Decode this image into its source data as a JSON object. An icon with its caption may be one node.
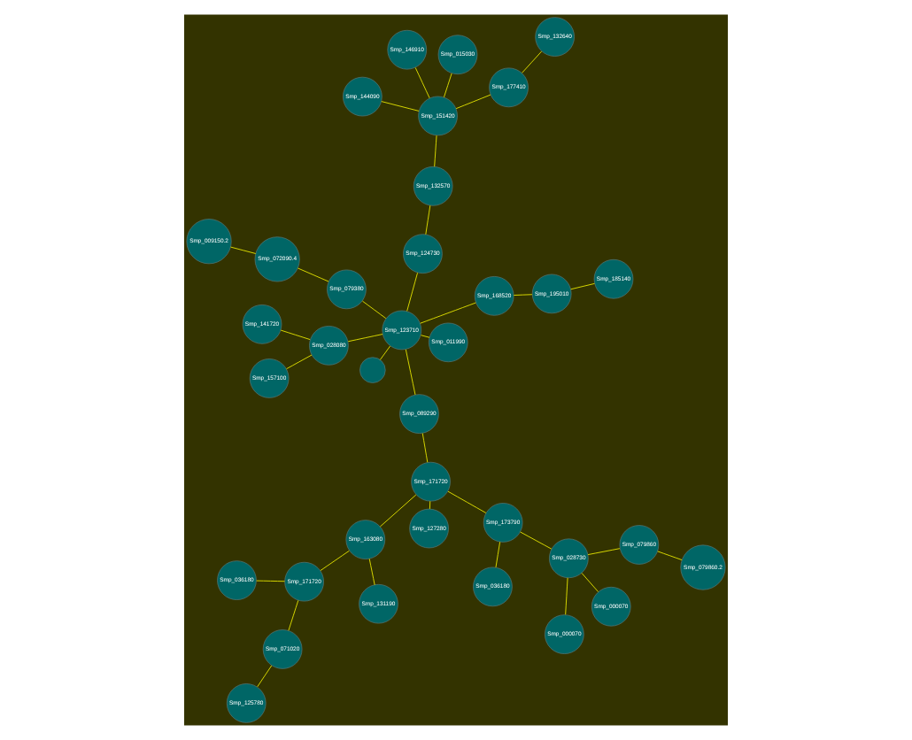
{
  "diagram": {
    "nodes": [
      {
        "text": [
          "Smp_036180"
        ]
      },
      {
        "text": [
          "Smp_125780"
        ]
      },
      {
        "text": [
          "Smp_071020"
        ]
      },
      {
        "text": [
          "Smp_171720"
        ]
      },
      {
        "text": [
          "Smp_131190"
        ]
      },
      {
        "text": [
          "Smp_036180"
        ]
      },
      {
        "text": [
          "Smp_163080"
        ]
      },
      {
        "text": [
          "Smp_173790"
        ]
      },
      {
        "text": [
          "Smp_171720"
        ]
      },
      {
        "text": [
          "Smp_127280"
        ]
      },
      {
        "text": [
          "Smp_000070"
        ]
      },
      {
        "text": [
          "Smp_000070"
        ]
      },
      {
        "text": [
          "Smp_028730"
        ]
      },
      {
        "text": [
          "Smp_079860"
        ]
      },
      {
        "text": [
          "Smp_079860.2"
        ]
      },
      {
        "text": [
          "Smp_141720"
        ]
      },
      {
        "text": [
          "Smp_157100"
        ]
      },
      {
        "text": [
          "Smp_028080"
        ]
      },
      {
        "text": [
          "Smp_089290"
        ]
      },
      {
        "text": [],
        "shape": "circle"
      },
      {
        "text": [
          "Smp_123710"
        ]
      },
      {
        "text": [
          "Smp_124730"
        ]
      },
      {
        "text": [
          "Smp_132570"
        ]
      },
      {
        "text": [
          "Smp_015030"
        ]
      },
      {
        "text": [
          "Smp_146910"
        ]
      },
      {
        "text": [
          "Smp_151420"
        ]
      },
      {
        "text": [
          "Smp_177410"
        ]
      },
      {
        "text": [
          "Smp_144090"
        ]
      },
      {
        "text": [
          "Smp_132640"
        ]
      },
      {
        "text": [
          "Smp_011990"
        ]
      },
      {
        "text": [
          "Smp_079380"
        ]
      },
      {
        "text": [
          "Smp_168520"
        ]
      },
      {
        "text": [
          "Smp_072090.4"
        ]
      },
      {
        "text": [
          "Smp_009150.2"
        ]
      },
      {
        "text": [
          "Smp_195010"
        ]
      },
      {
        "text": [
          "Smp_185140"
        ]
      }
    ],
    "edges": [
      {
        "from": 0,
        "to": 3,
        "arrow": "none"
      },
      {
        "from": 1,
        "to": 2,
        "arrow": "none"
      },
      {
        "from": 2,
        "to": 3,
        "arrow": "none"
      },
      {
        "from": 3,
        "to": 6,
        "arrow": "none"
      },
      {
        "from": 4,
        "to": 6,
        "arrow": "none"
      },
      {
        "from": 5,
        "to": 7,
        "arrow": "none"
      },
      {
        "from": 7,
        "to": 8,
        "arrow": "none"
      },
      {
        "from": 6,
        "to": 8,
        "arrow": "none"
      },
      {
        "from": 8,
        "to": 9,
        "arrow": "none"
      },
      {
        "from": 7,
        "to": 12,
        "arrow": "none"
      },
      {
        "from": 12,
        "to": 10,
        "arrow": "none"
      },
      {
        "from": 12,
        "to": 11,
        "arrow": "none"
      },
      {
        "from": 12,
        "to": 13,
        "arrow": "none"
      },
      {
        "from": 13,
        "to": 14,
        "arrow": "none"
      },
      {
        "from": 8,
        "to": 18,
        "arrow": "none"
      },
      {
        "from": 18,
        "to": 20,
        "arrow": "none"
      },
      {
        "from": 15,
        "to": 17,
        "arrow": "none"
      },
      {
        "from": 16,
        "to": 17,
        "arrow": "none"
      },
      {
        "from": 17,
        "to": 20,
        "arrow": "none"
      },
      {
        "from": 19,
        "to": 20,
        "arrow": "none"
      },
      {
        "from": 20,
        "to": 21,
        "arrow": "none"
      },
      {
        "from": 21,
        "to": 22,
        "arrow": "none"
      },
      {
        "from": 22,
        "to": 25,
        "arrow": "none"
      },
      {
        "from": 25,
        "to": 23,
        "arrow": "none"
      },
      {
        "from": 25,
        "to": 24,
        "arrow": "none"
      },
      {
        "from": 25,
        "to": 26,
        "arrow": "none"
      },
      {
        "from": 25,
        "to": 27,
        "arrow": "none"
      },
      {
        "from": 26,
        "to": 28,
        "arrow": "none"
      },
      {
        "from": 20,
        "to": 29,
        "arrow": "none"
      },
      {
        "from": 20,
        "to": 30,
        "arrow": "none"
      },
      {
        "from": 30,
        "to": 32,
        "arrow": "none"
      },
      {
        "from": 32,
        "to": 33,
        "arrow": "none"
      },
      {
        "from": 20,
        "to": 31,
        "arrow": "none"
      },
      {
        "from": 31,
        "to": 34,
        "arrow": "none"
      },
      {
        "from": 34,
        "to": 35,
        "arrow": "none"
      }
    ]
  }
}
